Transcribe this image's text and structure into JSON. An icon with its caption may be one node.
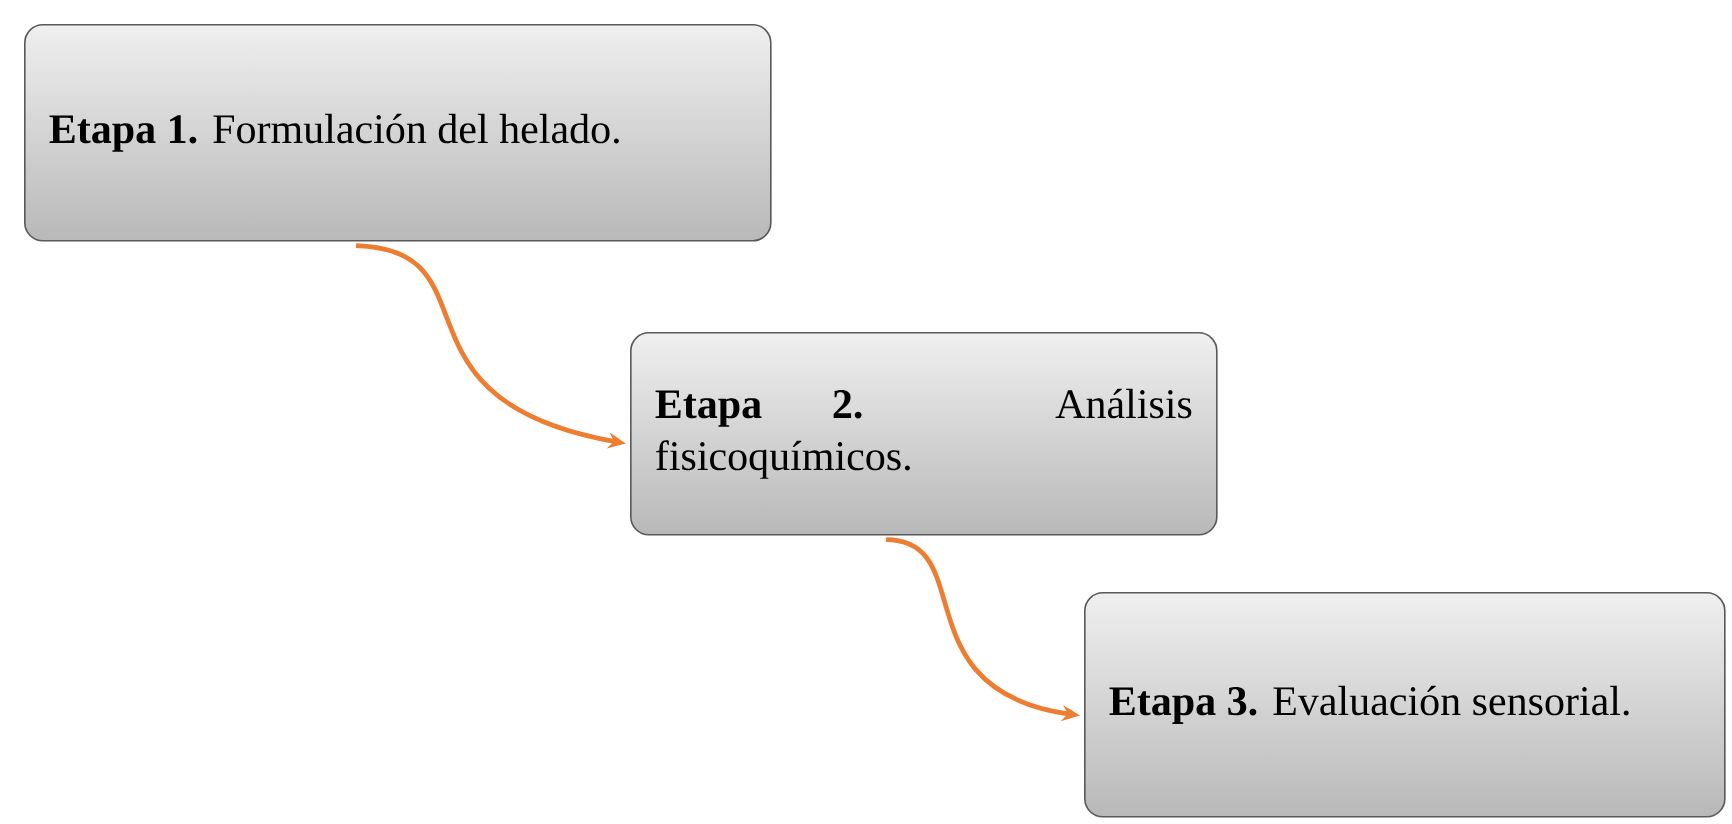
{
  "diagram": {
    "nodes": [
      {
        "text": [
          "**Etapa 1.** Formulación del helado."
        ]
      },
      {
        "text": [
          "**Etapa 2.** Análisis fisicoquímicos."
        ]
      },
      {
        "text": [
          "**Etapa 3.** Evaluación sensorial."
        ]
      }
    ],
    "edges": [
      {
        "from": 0,
        "to": 1,
        "arrow": "to"
      },
      {
        "from": 1,
        "to": 2,
        "arrow": "to"
      }
    ]
  }
}
